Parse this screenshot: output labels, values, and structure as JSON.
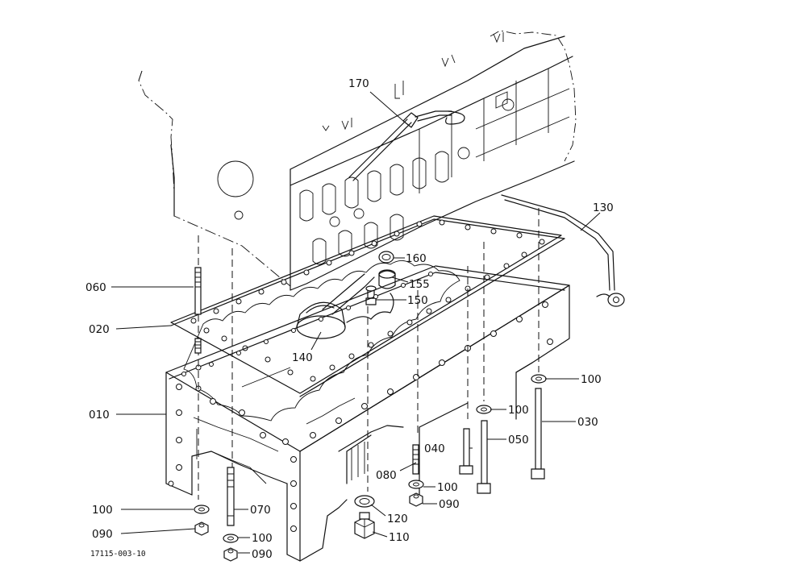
{
  "diagram": {
    "ref_code": "17115-003-10",
    "labels": {
      "l170": "170",
      "l130": "130",
      "l160": "160",
      "l155": "155",
      "l150": "150",
      "l140": "140",
      "l060": "060",
      "l020": "020",
      "l010": "010",
      "l100a": "100",
      "l100b": "100",
      "l030": "030",
      "l050": "050",
      "l040": "040",
      "l080": "080",
      "l100c": "100",
      "l090a": "090",
      "l120": "120",
      "l110": "110",
      "l100d": "100",
      "l090b": "090",
      "l070": "070",
      "l100e": "100",
      "l090c": "090"
    }
  }
}
